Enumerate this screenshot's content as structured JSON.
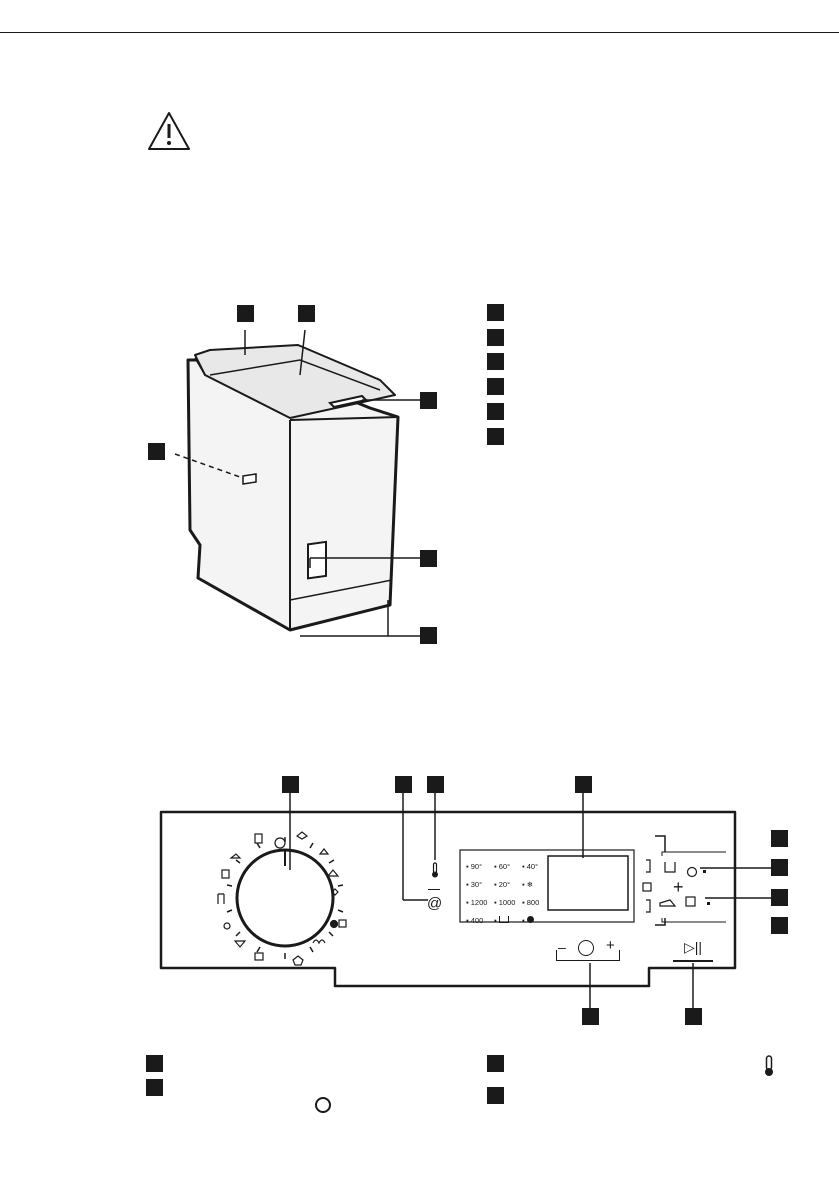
{
  "top_rule": "",
  "warning": {
    "icon": "warning-triangle-icon"
  },
  "machine_callouts": [
    "",
    "",
    "",
    "",
    "",
    ""
  ],
  "machine_legend": [
    "",
    "",
    "",
    "",
    "",
    ""
  ],
  "panel": {
    "matrix": [
      [
        "90°",
        "60°",
        "40°"
      ],
      [
        "30°",
        "20°",
        "❄"
      ],
      [
        "1200",
        "1000",
        "800"
      ],
      [
        "400",
        "",
        ""
      ]
    ],
    "delay_minus": "–",
    "delay_plus": "+",
    "options_plus": "+",
    "start_icon": "play-pause-icon",
    "temp_icon": "thermometer-icon",
    "spin_icon": "spin-icon",
    "time_icon": "clock-icon"
  },
  "panel_legend": {
    "left": [
      "",
      ""
    ],
    "right": [
      "",
      ""
    ],
    "left_icon": "spin-icon",
    "right_icon": "thermometer-icon"
  }
}
